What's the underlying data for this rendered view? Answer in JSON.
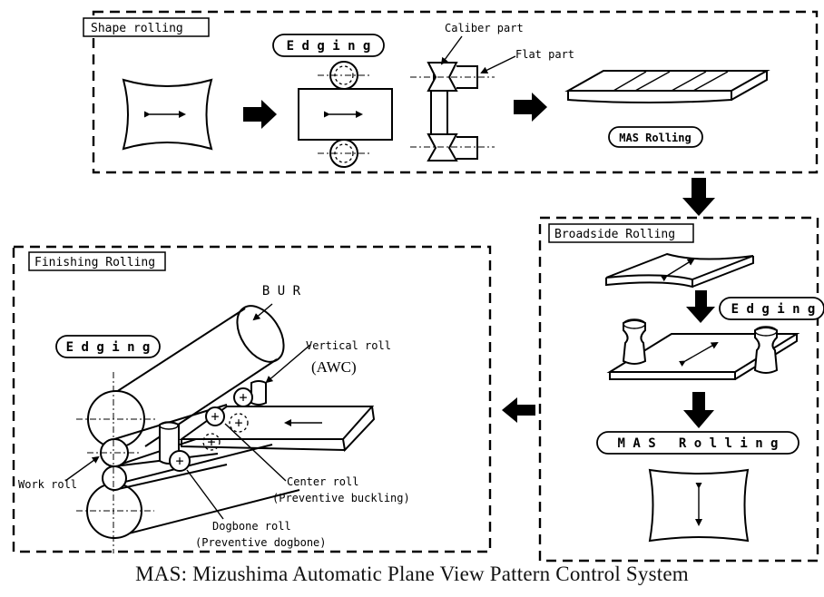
{
  "shape_rolling": {
    "title": "Shape rolling",
    "edging_label": "E d g i n g",
    "caliber_part_label": "Caliber part",
    "flat_part_label": "Flat part",
    "mas_rolling_label": "MAS Rolling"
  },
  "broadside_rolling": {
    "title": "Broadside Rolling",
    "edging_label": "E d g i n g",
    "mas_rolling_label": "M A S   R o l l i n g"
  },
  "finishing_rolling": {
    "title": "Finishing Rolling",
    "edging_label": "E d g i n g",
    "bur_label": "B U R",
    "vertical_roll_label": "Vertical roll",
    "awc_label": "(AWC)",
    "work_roll_label": "Work roll",
    "center_roll_label": "Center roll",
    "center_roll_note": "(Preventive buckling)",
    "dogbone_roll_label": "Dogbone roll",
    "dogbone_roll_note": "(Preventive dogbone)"
  },
  "caption": "MAS: Mizushima Automatic Plane View Pattern Control System"
}
